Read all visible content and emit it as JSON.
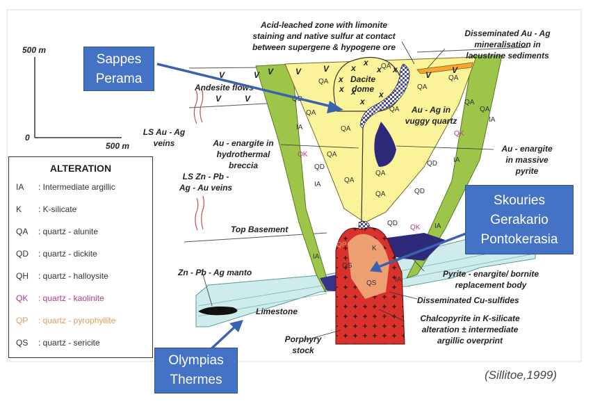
{
  "scale": {
    "top_label": "500 m",
    "origin_label": "0",
    "right_label": "500 m"
  },
  "labels": {
    "acid_leached": [
      "Acid-leached zone with limonite",
      "staining and native sulfur at contact",
      "between supergene & hypogene ore"
    ],
    "disseminated_au_ag": [
      "Disseminated Au - Ag",
      "mineralisation in",
      "lacustrine sediments"
    ],
    "andesite": "Andesite flows",
    "dacite": [
      "Dacite",
      "dome"
    ],
    "au_ag_vuggy": [
      "Au - Ag in",
      "vuggy quartz"
    ],
    "ls_au_ag": [
      "LS Au - Ag",
      "veins"
    ],
    "au_enargite_breccia": [
      "Au - enargite in",
      "hydrothermal",
      "breccia"
    ],
    "au_enargite_pyrite": [
      "Au - enargite",
      "in massive",
      "pyrite"
    ],
    "ls_zn_pb": [
      "LS Zn - Pb -",
      "Ag - Au veins"
    ],
    "top_basement": "Top Basement",
    "manto": "Zn - Pb - Ag manto",
    "limestone": "Limestone",
    "pyrite_body": [
      "Pyrite - enargite/ bornite",
      "replacement body"
    ],
    "diss_cu": "Disseminated Cu-sulfides",
    "chalcopyrite": [
      "Chalcopyrite in K-silicate",
      "alteration ± intermediate",
      "argillic overprint"
    ],
    "porphyry": [
      "Porphyry",
      "stock"
    ]
  },
  "codes": {
    "IA": "IA",
    "QA": "QA",
    "QD": "QD",
    "QK": "QK",
    "QP": "QP",
    "QS": "QS",
    "K": "K"
  },
  "legend": {
    "title": "ALTERATION",
    "items": [
      {
        "code": "IA",
        "text": ": Intermediate argillic",
        "color": "#333333"
      },
      {
        "code": "K",
        "text": ": K-silicate",
        "color": "#333333"
      },
      {
        "code": "QA",
        "text": ": quartz - alunite",
        "color": "#333333"
      },
      {
        "code": "QD",
        "text": ": quartz - dickite",
        "color": "#333333"
      },
      {
        "code": "QH",
        "text": ": quartz - halloysite",
        "color": "#333333"
      },
      {
        "code": "QK",
        "text": ": quartz - kaolinite",
        "color": "#b03a8c"
      },
      {
        "code": "QP",
        "text": ": quartz - pyrophyllite",
        "color": "#e39b5b"
      },
      {
        "code": "QS",
        "text": ": quartz - sericite",
        "color": "#333333"
      }
    ]
  },
  "callouts": {
    "sappes": [
      "Sappes",
      "Perama"
    ],
    "skouries": [
      "Skouries",
      "Gerakario",
      "Pontokerasia"
    ],
    "olympias": [
      "Olympias",
      "Thermes"
    ]
  },
  "citation": "(Sillitoe,1999)",
  "colors": {
    "green": "#9cc54a",
    "yellow": "#faf39a",
    "blue": "#4472c4",
    "purple": "#2e2a7a",
    "red": "#d9312b",
    "salmon": "#efa777",
    "limestone": "#ccecec",
    "orange": "#f0a830"
  }
}
